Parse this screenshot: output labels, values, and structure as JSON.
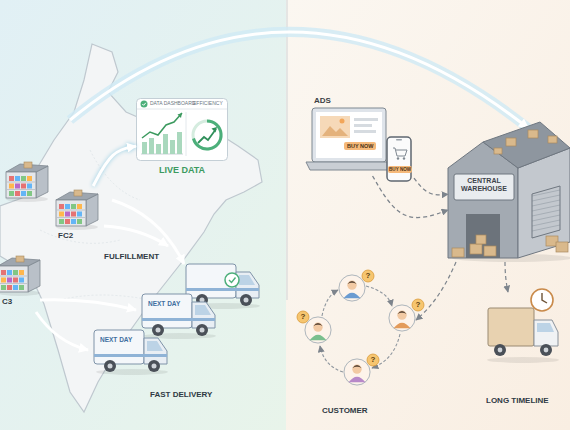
{
  "diagram": {
    "nodes": [
      {
        "text": [
          "DATA DASHBOARD",
          "EFFICIENCY",
          "LIVE DATA"
        ]
      },
      {
        "text": [
          "FC2"
        ]
      },
      {
        "text": [
          "C3"
        ]
      },
      {
        "text": [
          "NEXT DAY"
        ]
      },
      {
        "text": [
          "NEXT DAY"
        ]
      },
      {
        "text": [
          "ADS",
          "BUY NOW"
        ]
      },
      {
        "text": [
          "BUY NOW"
        ]
      },
      {
        "text": [
          "CENTRAL WAREHOUSE"
        ]
      }
    ],
    "edges": [
      {
        "from": 1,
        "to": 0,
        "arrow": "to"
      },
      {
        "from": 5,
        "to": 7,
        "arrow": "to"
      },
      {
        "from": 6,
        "to": 7,
        "arrow": "to"
      }
    ],
    "labels": [
      "FULFILLMENT",
      "FAST DELIVERY",
      "CUSTOMER",
      "LONG TIMELINE",
      "?",
      "?",
      "?",
      "?"
    ]
  }
}
